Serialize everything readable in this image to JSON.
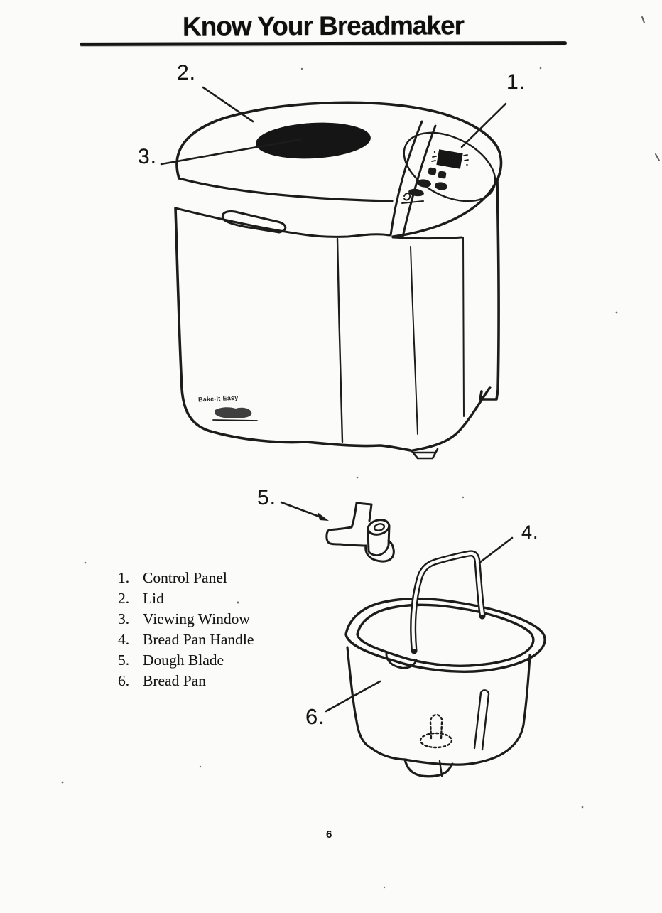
{
  "page": {
    "title": "Know Your Breadmaker",
    "page_number": "6"
  },
  "diagram": {
    "brand_text": "Bake-It-Easy",
    "callouts": [
      {
        "label": "1."
      },
      {
        "label": "2."
      },
      {
        "label": "3."
      },
      {
        "label": "4."
      },
      {
        "label": "5."
      },
      {
        "label": "6."
      }
    ]
  },
  "parts_list": {
    "items": [
      {
        "number": "1.",
        "name": "Control Panel"
      },
      {
        "number": "2.",
        "name": "Lid"
      },
      {
        "number": "3.",
        "name": "Viewing Window"
      },
      {
        "number": "4.",
        "name": "Bread Pan Handle"
      },
      {
        "number": "5.",
        "name": "Dough Blade"
      },
      {
        "number": "6.",
        "name": "Bread Pan"
      }
    ]
  },
  "colors": {
    "ink": "#1c1c1c",
    "paper": "#fbfbfa",
    "window_fill": "#151515"
  }
}
